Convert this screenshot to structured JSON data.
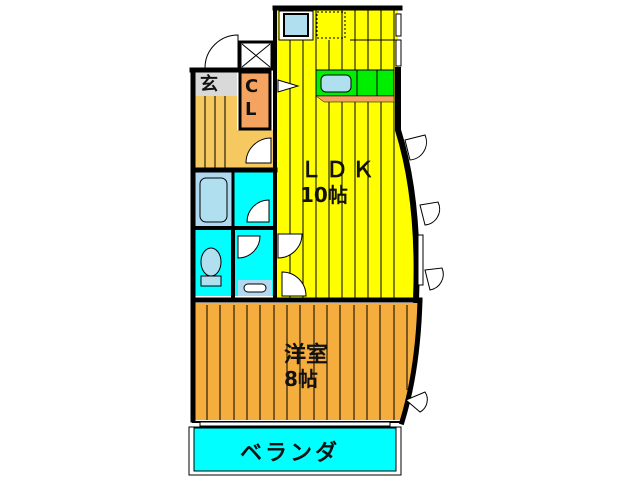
{
  "floorplan": {
    "rooms": {
      "ldk": {
        "name": "ＬＤＫ",
        "size": "10帖",
        "color": "#ffff00"
      },
      "western_room": {
        "name": "洋室",
        "size": "8帖",
        "color": "#f5ae3e"
      },
      "entrance": {
        "name": "玄",
        "color": "#d9d9d9"
      },
      "closet": {
        "line1": "C",
        "line2": "L",
        "color": "#f4a460"
      },
      "veranda": {
        "name": "ベランダ",
        "color": "#00ffff"
      },
      "bathroom": {
        "color": "#00ffff"
      },
      "toilet": {
        "color": "#00ffff"
      },
      "washroom": {
        "color": "#00ffff"
      },
      "kitchen": {
        "color": "#00ee00"
      }
    },
    "colors": {
      "wall": "#000000",
      "fixture": "#b0e0f0"
    }
  }
}
